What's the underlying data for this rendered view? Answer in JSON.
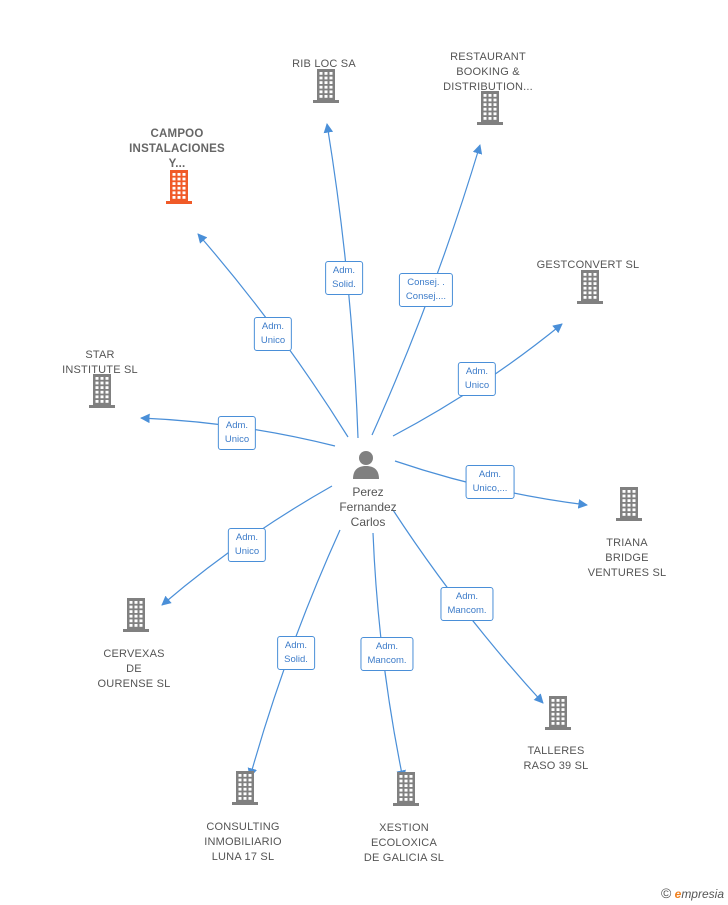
{
  "center": {
    "name": "Perez\nFernandez\nCarlos",
    "icon": "person-icon"
  },
  "nodes": [
    {
      "id": "rib-loc",
      "name": "RIB LOC SA",
      "icon": "building-icon",
      "highlight": false,
      "edge": "Adm.\nSolid."
    },
    {
      "id": "restaurant-booking",
      "name": "RESTAURANT\nBOOKING &\nDISTRIBUTION...",
      "icon": "building-icon",
      "highlight": false,
      "edge": "Consej. .\nConsej...."
    },
    {
      "id": "campoo",
      "name": "CAMPOO\nINSTALACIONES\nY...",
      "icon": "building-icon",
      "highlight": true,
      "edge": "Adm.\nUnico"
    },
    {
      "id": "gestconvert",
      "name": "GESTCONVERT SL",
      "icon": "building-icon",
      "highlight": false,
      "edge": "Adm.\nUnico"
    },
    {
      "id": "star-institute",
      "name": "STAR\nINSTITUTE SL",
      "icon": "building-icon",
      "highlight": false,
      "edge": "Adm.\nUnico"
    },
    {
      "id": "triana-bridge",
      "name": "TRIANA\nBRIDGE\nVENTURES SL",
      "icon": "building-icon",
      "highlight": false,
      "edge": "Adm.\nUnico,..."
    },
    {
      "id": "cervexas",
      "name": "CERVEXAS\nDE\nOURENSE SL",
      "icon": "building-icon",
      "highlight": false,
      "edge": "Adm.\nUnico"
    },
    {
      "id": "talleres-raso",
      "name": "TALLERES\nRASO 39 SL",
      "icon": "building-icon",
      "highlight": false,
      "edge": "Adm.\nMancom."
    },
    {
      "id": "consulting-luna",
      "name": "CONSULTING\nINMOBILIARIO\nLUNA 17 SL",
      "icon": "building-icon",
      "highlight": false,
      "edge": "Adm.\nSolid."
    },
    {
      "id": "xestion-ecoloxica",
      "name": "XESTION\nECOLOXICA\nDE GALICIA SL",
      "icon": "building-icon",
      "highlight": false,
      "edge": "Adm.\nMancom."
    }
  ],
  "colors": {
    "edge": "#4a8fd8",
    "building": "#808080",
    "building_highlight": "#f05a28",
    "person": "#808080"
  },
  "brand": {
    "copyright": "©",
    "initial": "e",
    "name": "mpresia"
  }
}
